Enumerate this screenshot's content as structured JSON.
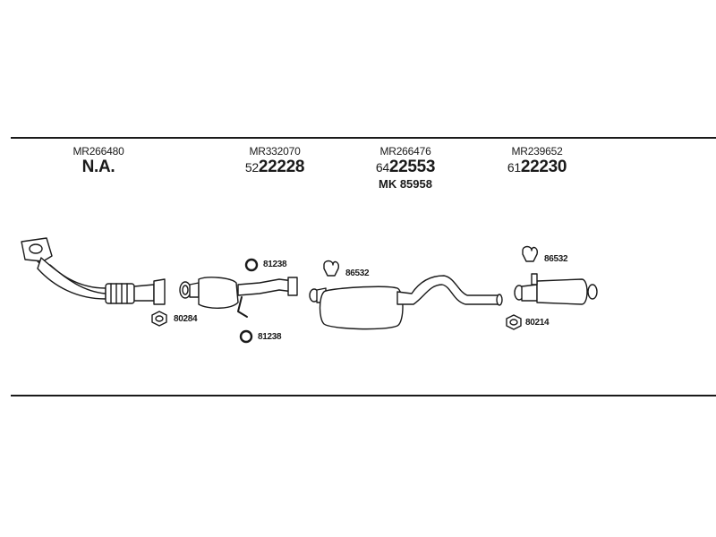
{
  "columns": [
    {
      "oem": "MR266480",
      "prefix": "",
      "part": "N.A.",
      "extra": ""
    },
    {
      "oem": "MR332070",
      "prefix": "52",
      "part": "22228",
      "extra": ""
    },
    {
      "oem": "MR266476",
      "prefix": "64",
      "part": "22553",
      "extra": "MK 85958"
    },
    {
      "oem": "MR239652",
      "prefix": "61",
      "part": "22230",
      "extra": ""
    }
  ],
  "callouts": {
    "gasket_front": "80284",
    "ring_upper": "81238",
    "ring_lower": "81238",
    "hanger_mid": "86532",
    "hanger_rear": "86532",
    "gasket_rear": "80214"
  },
  "colors": {
    "line": "#1a1a1a",
    "fill": "#ffffff"
  }
}
